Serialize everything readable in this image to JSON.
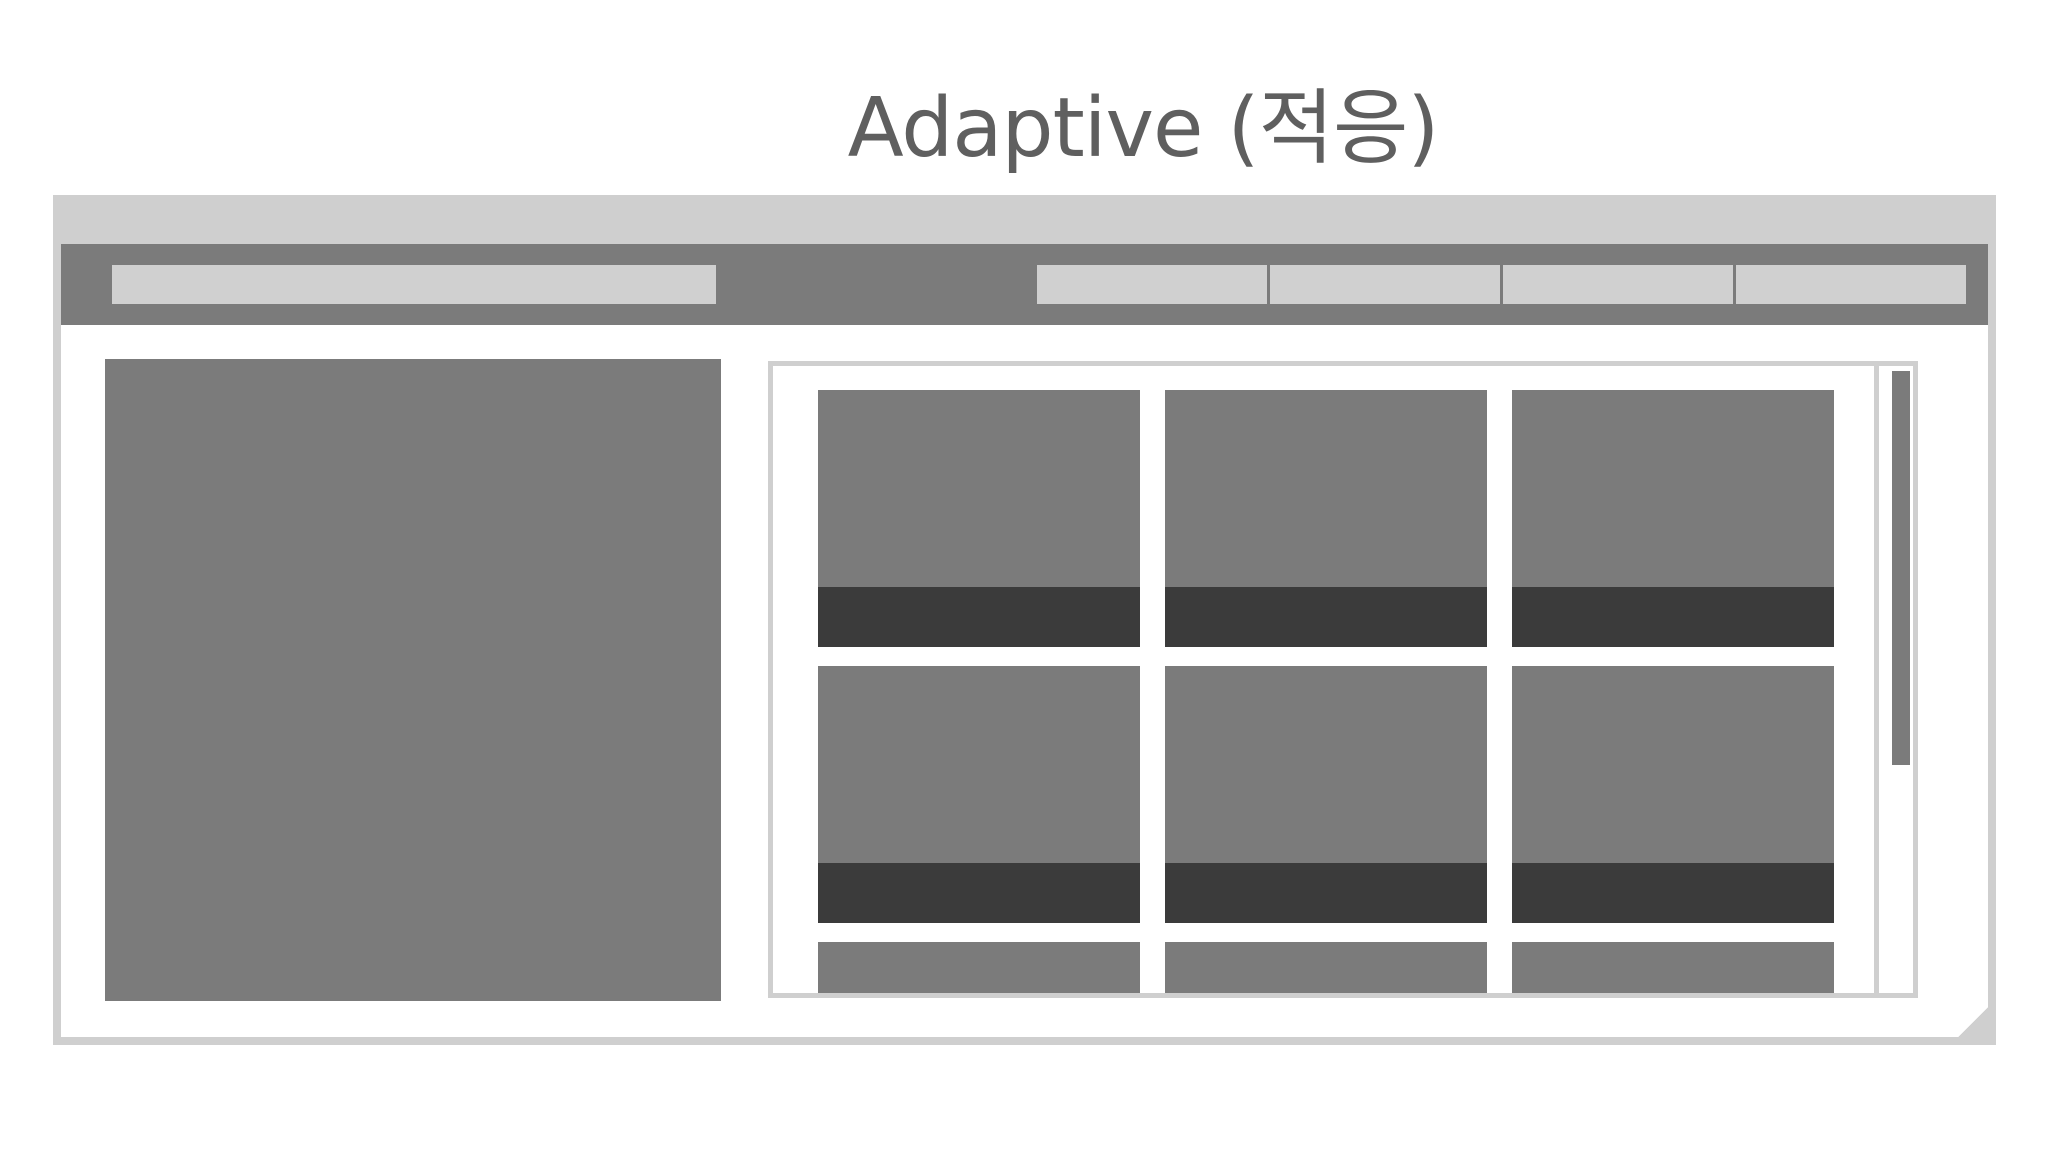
{
  "title": "Adaptive (적응)",
  "colors": {
    "title_text": "#5f5f5f",
    "window_frame": "#cfcfcf",
    "nav_bar": "#7b7b7b",
    "placeholder_light": "#d0d0d0",
    "placeholder_medium": "#7b7b7b",
    "tile_caption": "#3b3b3b",
    "background": "#ffffff"
  },
  "diagram": {
    "nav_tab_count": 4,
    "grid_columns": 3,
    "grid_visible_rows": 2,
    "partially_visible_row": true
  }
}
